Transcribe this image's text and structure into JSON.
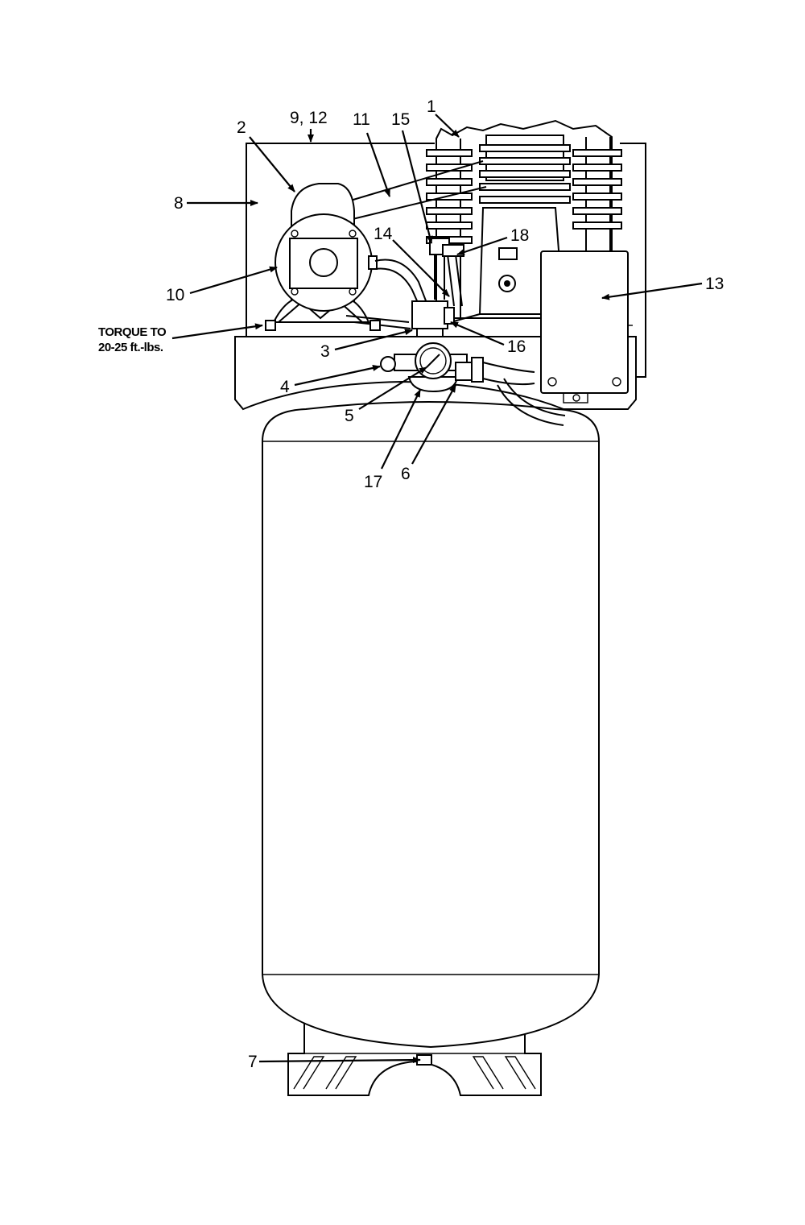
{
  "diagram": {
    "callouts": {
      "c1": "1",
      "c2": "2",
      "c3": "3",
      "c4": "4",
      "c5": "5",
      "c6": "6",
      "c7": "7",
      "c8": "8",
      "c9_12": "9, 12",
      "c10": "10",
      "c11": "11",
      "c13": "13",
      "c14": "14",
      "c15": "15",
      "c16": "16",
      "c17": "17",
      "c18": "18"
    },
    "torque_note": {
      "line1": "TORQUE TO",
      "line2": "20-25 ft.-lbs."
    }
  }
}
